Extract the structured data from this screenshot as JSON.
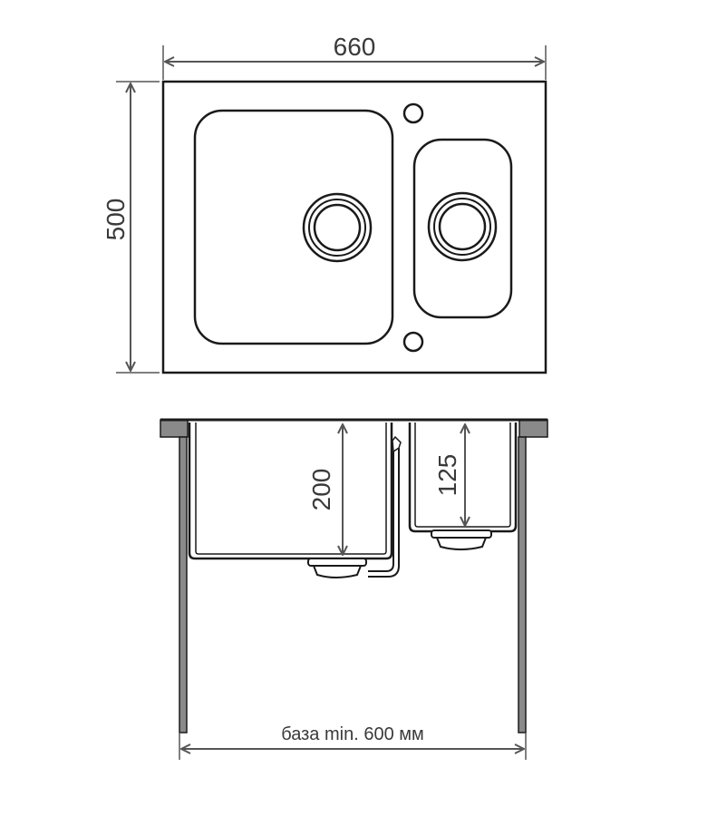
{
  "dimensions": {
    "width": "660",
    "depth": "500",
    "bowl_large_depth": "200",
    "bowl_small_depth": "125",
    "base": "база min. 600 мм"
  },
  "colors": {
    "outline": "#1a1a1a",
    "dimension": "#555555",
    "panel": "#8a8a8a",
    "background": "#ffffff"
  }
}
